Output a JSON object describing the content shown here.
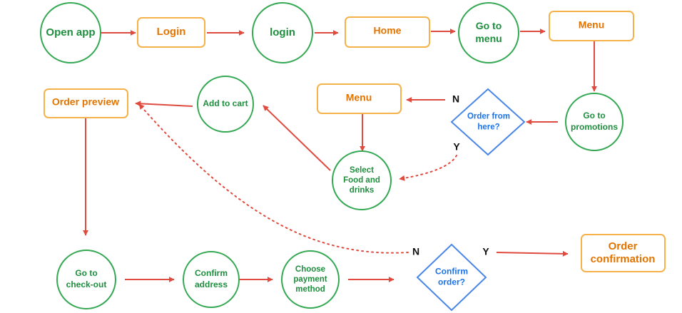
{
  "nodes": {
    "open_app": "Open app",
    "login_step": "Login",
    "login_circle": "login",
    "home": "Home",
    "go_to_menu": [
      "Go to",
      "menu"
    ],
    "menu_top": "Menu",
    "go_to_promotions": [
      "Go to",
      "promotions"
    ],
    "order_from_here": [
      "Order from",
      "here?"
    ],
    "menu_mid": "Menu",
    "select_food": [
      "Select",
      "Food and",
      "drinks"
    ],
    "add_to_cart": "Add to cart",
    "order_preview": "Order preview",
    "go_to_checkout": [
      "Go to",
      "check-out"
    ],
    "confirm_address": [
      "Confirm",
      "address"
    ],
    "choose_payment": [
      "Choose",
      "payment",
      "method"
    ],
    "confirm_order": [
      "Confirm",
      "order?"
    ],
    "order_confirmation": [
      "Order",
      "confirmation"
    ]
  },
  "branch_labels": {
    "order_from_here_no": "N",
    "order_from_here_yes": "Y",
    "confirm_order_no": "N",
    "confirm_order_yes": "Y"
  },
  "colors": {
    "circle_stroke": "#34a853",
    "circle_text": "#1e8e3e",
    "rect_stroke": "#f6b24a",
    "rect_text": "#e37400",
    "diamond_stroke": "#4a86e8",
    "diamond_text": "#1a73e8",
    "arrow": "#e04b3f"
  }
}
